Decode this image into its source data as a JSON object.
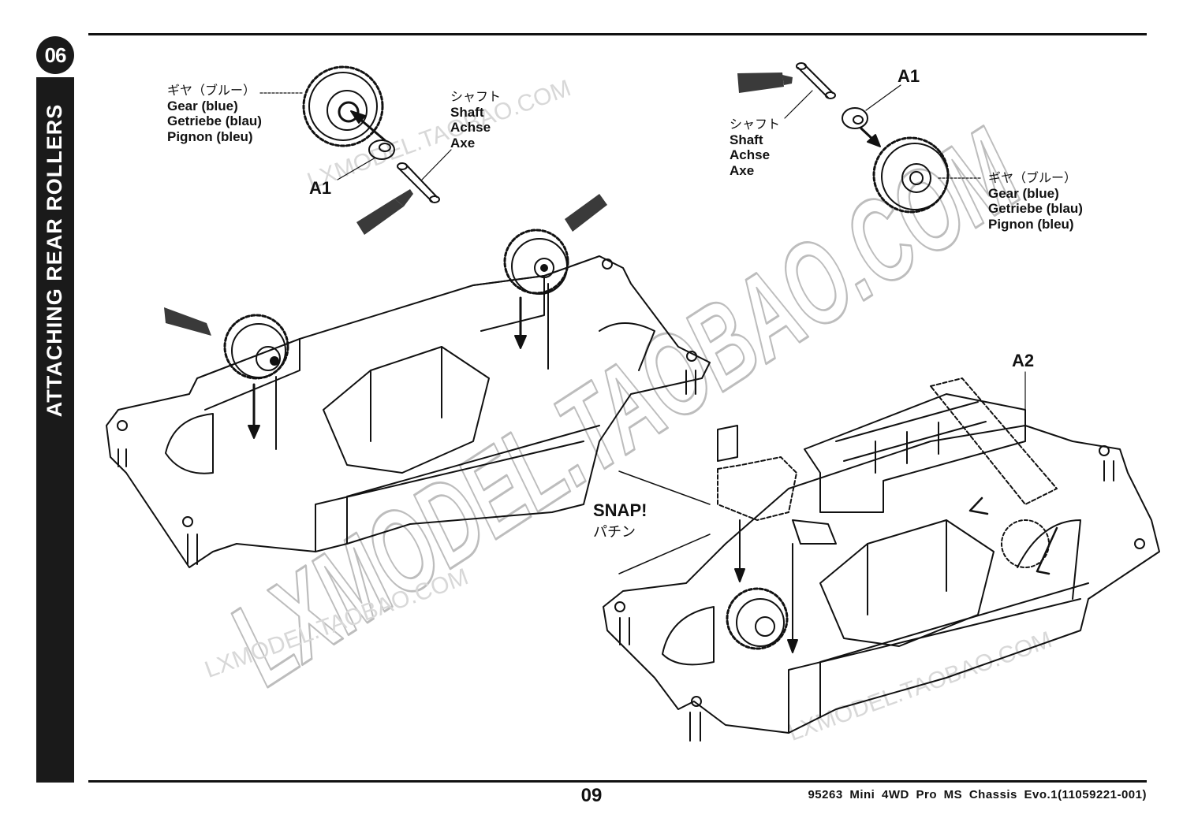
{
  "step": {
    "number": "06",
    "title": "ATTACHING REAR ROLLERS"
  },
  "left_callouts": {
    "gear": {
      "jp": "ギヤ（ブルー）",
      "en": "Gear (blue)",
      "de": "Getriebe (blau)",
      "fr": "Pignon (bleu)"
    },
    "shaft": {
      "jp": "シャフト",
      "en": "Shaft",
      "de": "Achse",
      "fr": "Axe"
    },
    "part_a1": "A1"
  },
  "right_callouts": {
    "gear": {
      "jp": "ギヤ（ブルー）",
      "en": "Gear (blue)",
      "de": "Getriebe (blau)",
      "fr": "Pignon (bleu)"
    },
    "shaft": {
      "jp": "シャフト",
      "en": "Shaft",
      "de": "Achse",
      "fr": "Axe"
    },
    "part_a1": "A1"
  },
  "part_a2": "A2",
  "snap": {
    "en": "SNAP!",
    "jp": "パチン"
  },
  "footer": {
    "page_number": "09",
    "product": "95263  Mini  4WD  Pro  MS  Chassis  Evo.1(11059221-001)"
  },
  "watermarks": {
    "large": "LXMODEL.TAOBAO.COM",
    "small": "LXMODEL.TAOBAO.COM"
  },
  "colors": {
    "ink": "#111111",
    "badge": "#1a1a1a",
    "grease_tube": "#3a3a3a"
  }
}
